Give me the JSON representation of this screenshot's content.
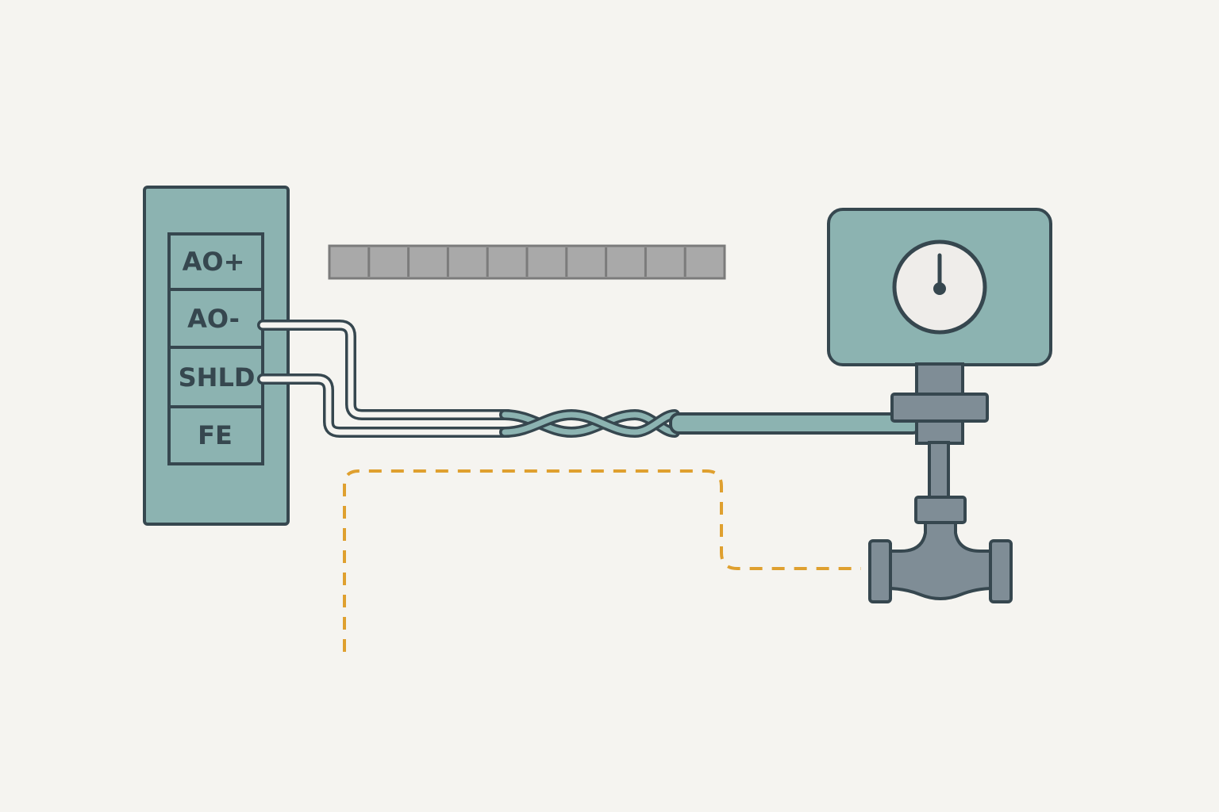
{
  "colors": {
    "background": "#f5f4f0",
    "panel_fill": "#8cb3b1",
    "outline": "#36474f",
    "pipe_gray": "#7f8d96",
    "gauge_face": "#efedea",
    "ground_wire": "#dfa02f",
    "ruler_fill": "#a9a9a9",
    "ruler_stroke": "#7b7b7b"
  },
  "terminal_block": {
    "terminals": [
      {
        "id": "ao-plus",
        "label": "AO+"
      },
      {
        "id": "ao-minus",
        "label": "AO-"
      },
      {
        "id": "shield",
        "label": "SHLD"
      },
      {
        "id": "functional-earth",
        "label": "FE"
      }
    ]
  },
  "ruler": {
    "segments": 10
  },
  "icons": {
    "gauge": "pressure-gauge-icon",
    "valve": "pipe-valve-icon"
  }
}
